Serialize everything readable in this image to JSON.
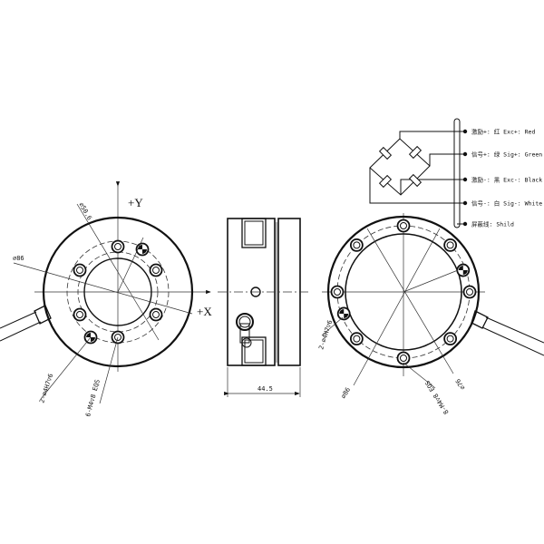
{
  "front_view": {
    "axis_y": "+Y",
    "axis_x": "+X",
    "dim_pcd": "⌀50.6",
    "dim_outer": "⌀86",
    "dim_pin_holes": "2-⌀4H7▽6",
    "dim_threads": "6-M4▽8 EQS"
  },
  "side_view": {
    "dim_width": "44.5"
  },
  "back_view": {
    "dim_pin_holes": "2-⌀4H7▽6",
    "dim_threads": "8-M4▽8 EQS",
    "dim_outer": "⌀86",
    "dim_pcd": "⌀76"
  },
  "wiring": {
    "items": [
      {
        "label": "激励+: 红 Exc+: Red"
      },
      {
        "label": "信号+: 绿 Sig+: Green"
      },
      {
        "label": "激励-: 黑 Exc-: Black"
      },
      {
        "label": "信号-: 白 Sig-: White"
      },
      {
        "label": "屏蔽线: Shild"
      }
    ]
  }
}
